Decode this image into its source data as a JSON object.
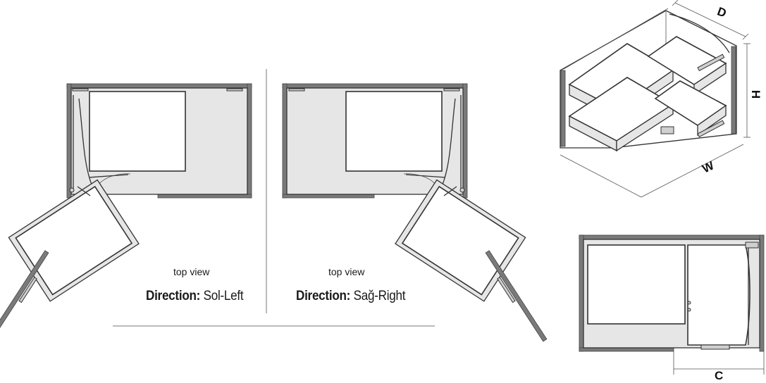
{
  "views": {
    "left": {
      "caption": "top view",
      "direction_label": "Direction:",
      "direction_value": " Sol-Left"
    },
    "right": {
      "caption": "top view",
      "direction_label": "Direction:",
      "direction_value": " Sağ-Right"
    }
  },
  "dimensions": {
    "depth": "D",
    "height": "H",
    "width": "W",
    "clearance": "C"
  },
  "colors": {
    "line": "#333333",
    "fill": "#e6e6e6",
    "wall": "#7a7a7a"
  }
}
